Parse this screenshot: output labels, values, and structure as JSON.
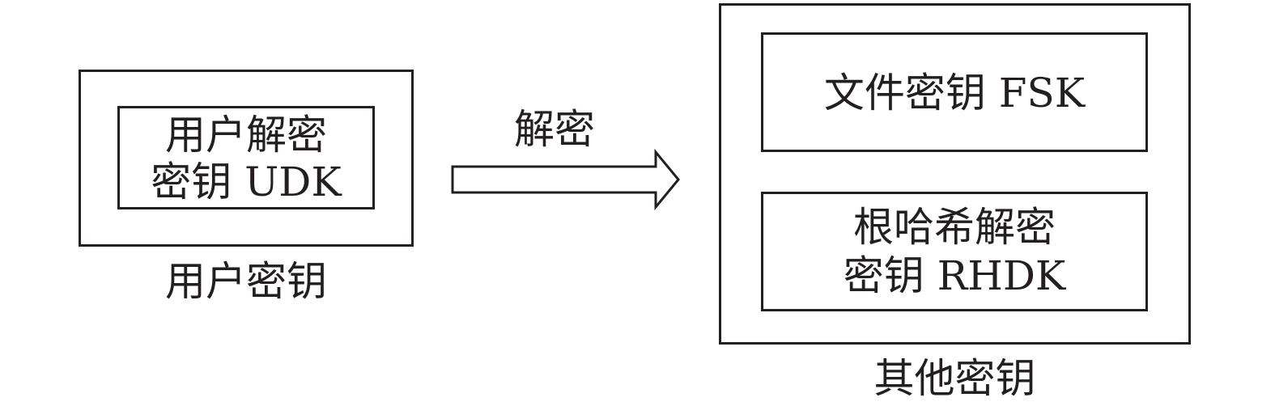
{
  "user_key": {
    "outer_caption": "用户密钥",
    "inner_line1": "用户解密",
    "inner_line2": "密钥 UDK"
  },
  "arrow": {
    "label": "解密"
  },
  "other_keys": {
    "outer_caption": "其他密钥",
    "fsk_label": "文件密钥 FSK",
    "rhdk_line1": "根哈希解密",
    "rhdk_line2": "密钥 RHDK"
  }
}
